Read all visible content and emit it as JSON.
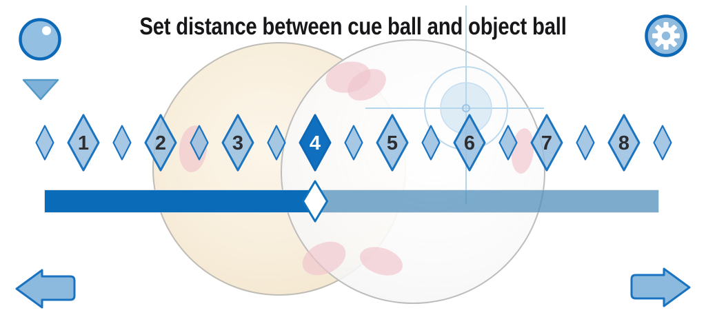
{
  "title": "Set distance between cue ball and object ball",
  "header": {
    "cue_ball_icon": "cue-ball-icon",
    "settings_icon": "gear-icon",
    "dropdown_icon": "triangle-down-icon"
  },
  "scale": {
    "values": [
      1,
      2,
      3,
      4,
      5,
      6,
      7,
      8
    ],
    "selected": 4,
    "half_markers": true
  },
  "slider": {
    "selected_value": 4,
    "fill_percent": 44
  },
  "nav": {
    "prev_label": "previous",
    "next_label": "next"
  },
  "colors": {
    "accent": "#0a6cb8",
    "diamond_fill": "rgba(150,190,225,0.85)",
    "diamond_border": "#1b74bd",
    "selected_fill": "#1070bf",
    "selected_border": "#0d68b6",
    "number_color": "#2d2e32",
    "selected_number_color": "#ffffff",
    "track_rest": "rgba(82,143,187,0.75)",
    "crosshair": "#b5d5ec",
    "button_fill": "#8cb9de",
    "button_border": "#1a73c0"
  }
}
